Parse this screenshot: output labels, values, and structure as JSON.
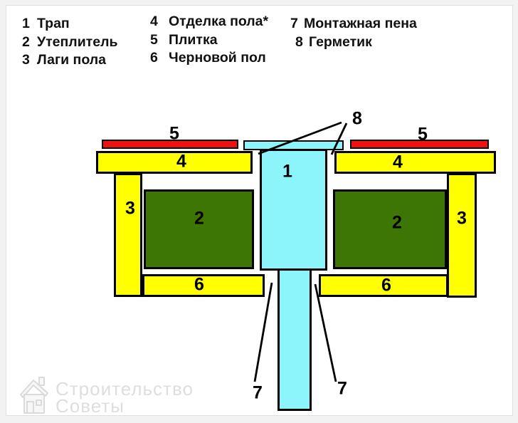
{
  "legend": {
    "items_col1": [
      {
        "num": "1",
        "label": "Трап"
      },
      {
        "num": "2",
        "label": "Утеплитель"
      },
      {
        "num": "3",
        "label": "Лаги пола"
      }
    ],
    "items_col2": [
      {
        "num": "4",
        "label": "Отделка пола*"
      },
      {
        "num": "5",
        "label": "Плитка"
      },
      {
        "num": "6",
        "label": "Черновой пол"
      }
    ],
    "items_col3": [
      {
        "num": "7",
        "label": "Монтажная пена"
      },
      {
        "num": "8",
        "label": "Герметик"
      }
    ]
  },
  "diagram": {
    "part_numbers": {
      "drain": "1",
      "insulation": "2",
      "joist": "3",
      "finish": "4",
      "tile": "5",
      "subfloor": "6",
      "foam": "7",
      "sealant": "8"
    },
    "colors": {
      "tile_red": "#EE1111",
      "wood_yellow": "#FFFF00",
      "insulation_green": "#3E7606",
      "drain_cyan": "#8CF4FB",
      "outline_black": "#000000"
    }
  },
  "watermark": {
    "line1": "Строительство",
    "line2": "Советы",
    "icon": "house-icon"
  }
}
